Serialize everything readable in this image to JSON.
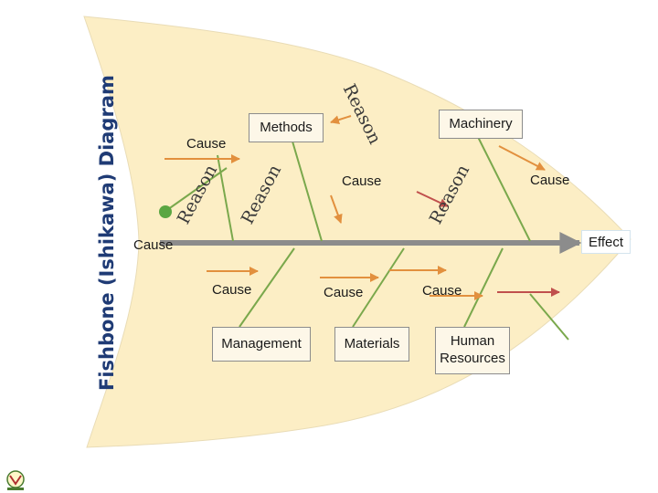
{
  "title": "Fishbone (Ishikawa) Diagram",
  "effect": "Effect",
  "categories": {
    "methods": "Methods",
    "machinery": "Machinery",
    "management": "Management",
    "materials": "Materials",
    "human_resources": "Human Resources"
  },
  "causes": {
    "top_left": "Cause",
    "top_center": "Cause",
    "top_right": "Cause",
    "tail": "Cause",
    "bottom_left": "Cause",
    "bottom_center": "Cause",
    "bottom_right": "Cause"
  },
  "reasons": {
    "methods_top": "Reason",
    "cause_left": "Reason",
    "methods_mid": "Reason",
    "machinery_mid": "Reason"
  },
  "colors": {
    "fish_body": "#fceec5",
    "spine": "#8c8c8c",
    "bone_green": "#7aa84c",
    "arrow_orange": "#e2903e",
    "arrow_red": "#c0504d",
    "dot_green": "#5aa642",
    "title_blue": "#1f3b75"
  },
  "logo": {
    "icon": "institution-logo-icon"
  }
}
